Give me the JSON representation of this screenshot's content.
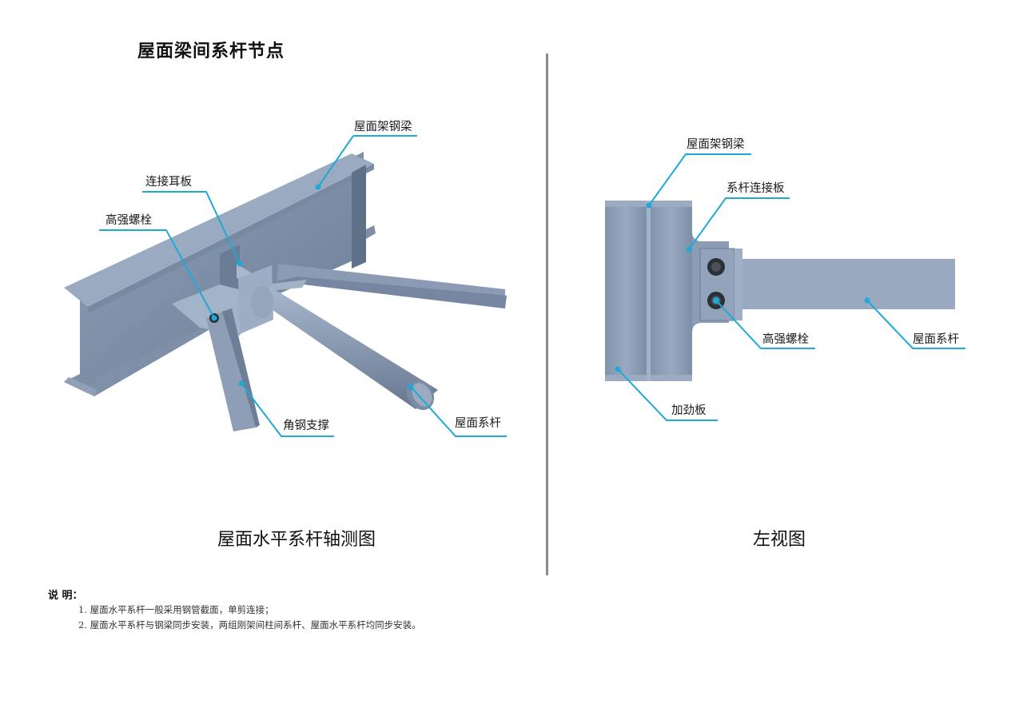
{
  "title": "屋面梁间系杆节点",
  "colors": {
    "steel_light": "#9aabc2",
    "steel_mid": "#8597b0",
    "steel_dark": "#6d7f98",
    "steel_shadow": "#5a6a82",
    "leader_line": "#1fa9d6",
    "divider": "#8a8a8a",
    "bolt": "#2b2f36"
  },
  "isometric_view": {
    "caption": "屋面水平系杆轴测图",
    "callouts": [
      {
        "id": "beam",
        "label": "屋面架钢梁"
      },
      {
        "id": "lug-plate",
        "label": "连接耳板"
      },
      {
        "id": "bolt",
        "label": "高强螺栓"
      },
      {
        "id": "angle-brace",
        "label": "角钢支撑"
      },
      {
        "id": "tie-rod",
        "label": "屋面系杆"
      }
    ]
  },
  "side_view": {
    "caption": "左视图",
    "callouts": [
      {
        "id": "beam",
        "label": "屋面架钢梁"
      },
      {
        "id": "tie-plate",
        "label": "系杆连接板"
      },
      {
        "id": "bolt",
        "label": "高强螺栓"
      },
      {
        "id": "tie-rod",
        "label": "屋面系杆"
      },
      {
        "id": "stiffener",
        "label": "加劲板"
      }
    ]
  },
  "notes": {
    "heading": "说  明：",
    "items": [
      "1. 屋面水平系杆一般采用钢管截面，单剪连接；",
      "2. 屋面水平系杆与钢梁同步安装，两组刚架间柱间系杆、屋面水平系杆均同步安装。"
    ]
  }
}
